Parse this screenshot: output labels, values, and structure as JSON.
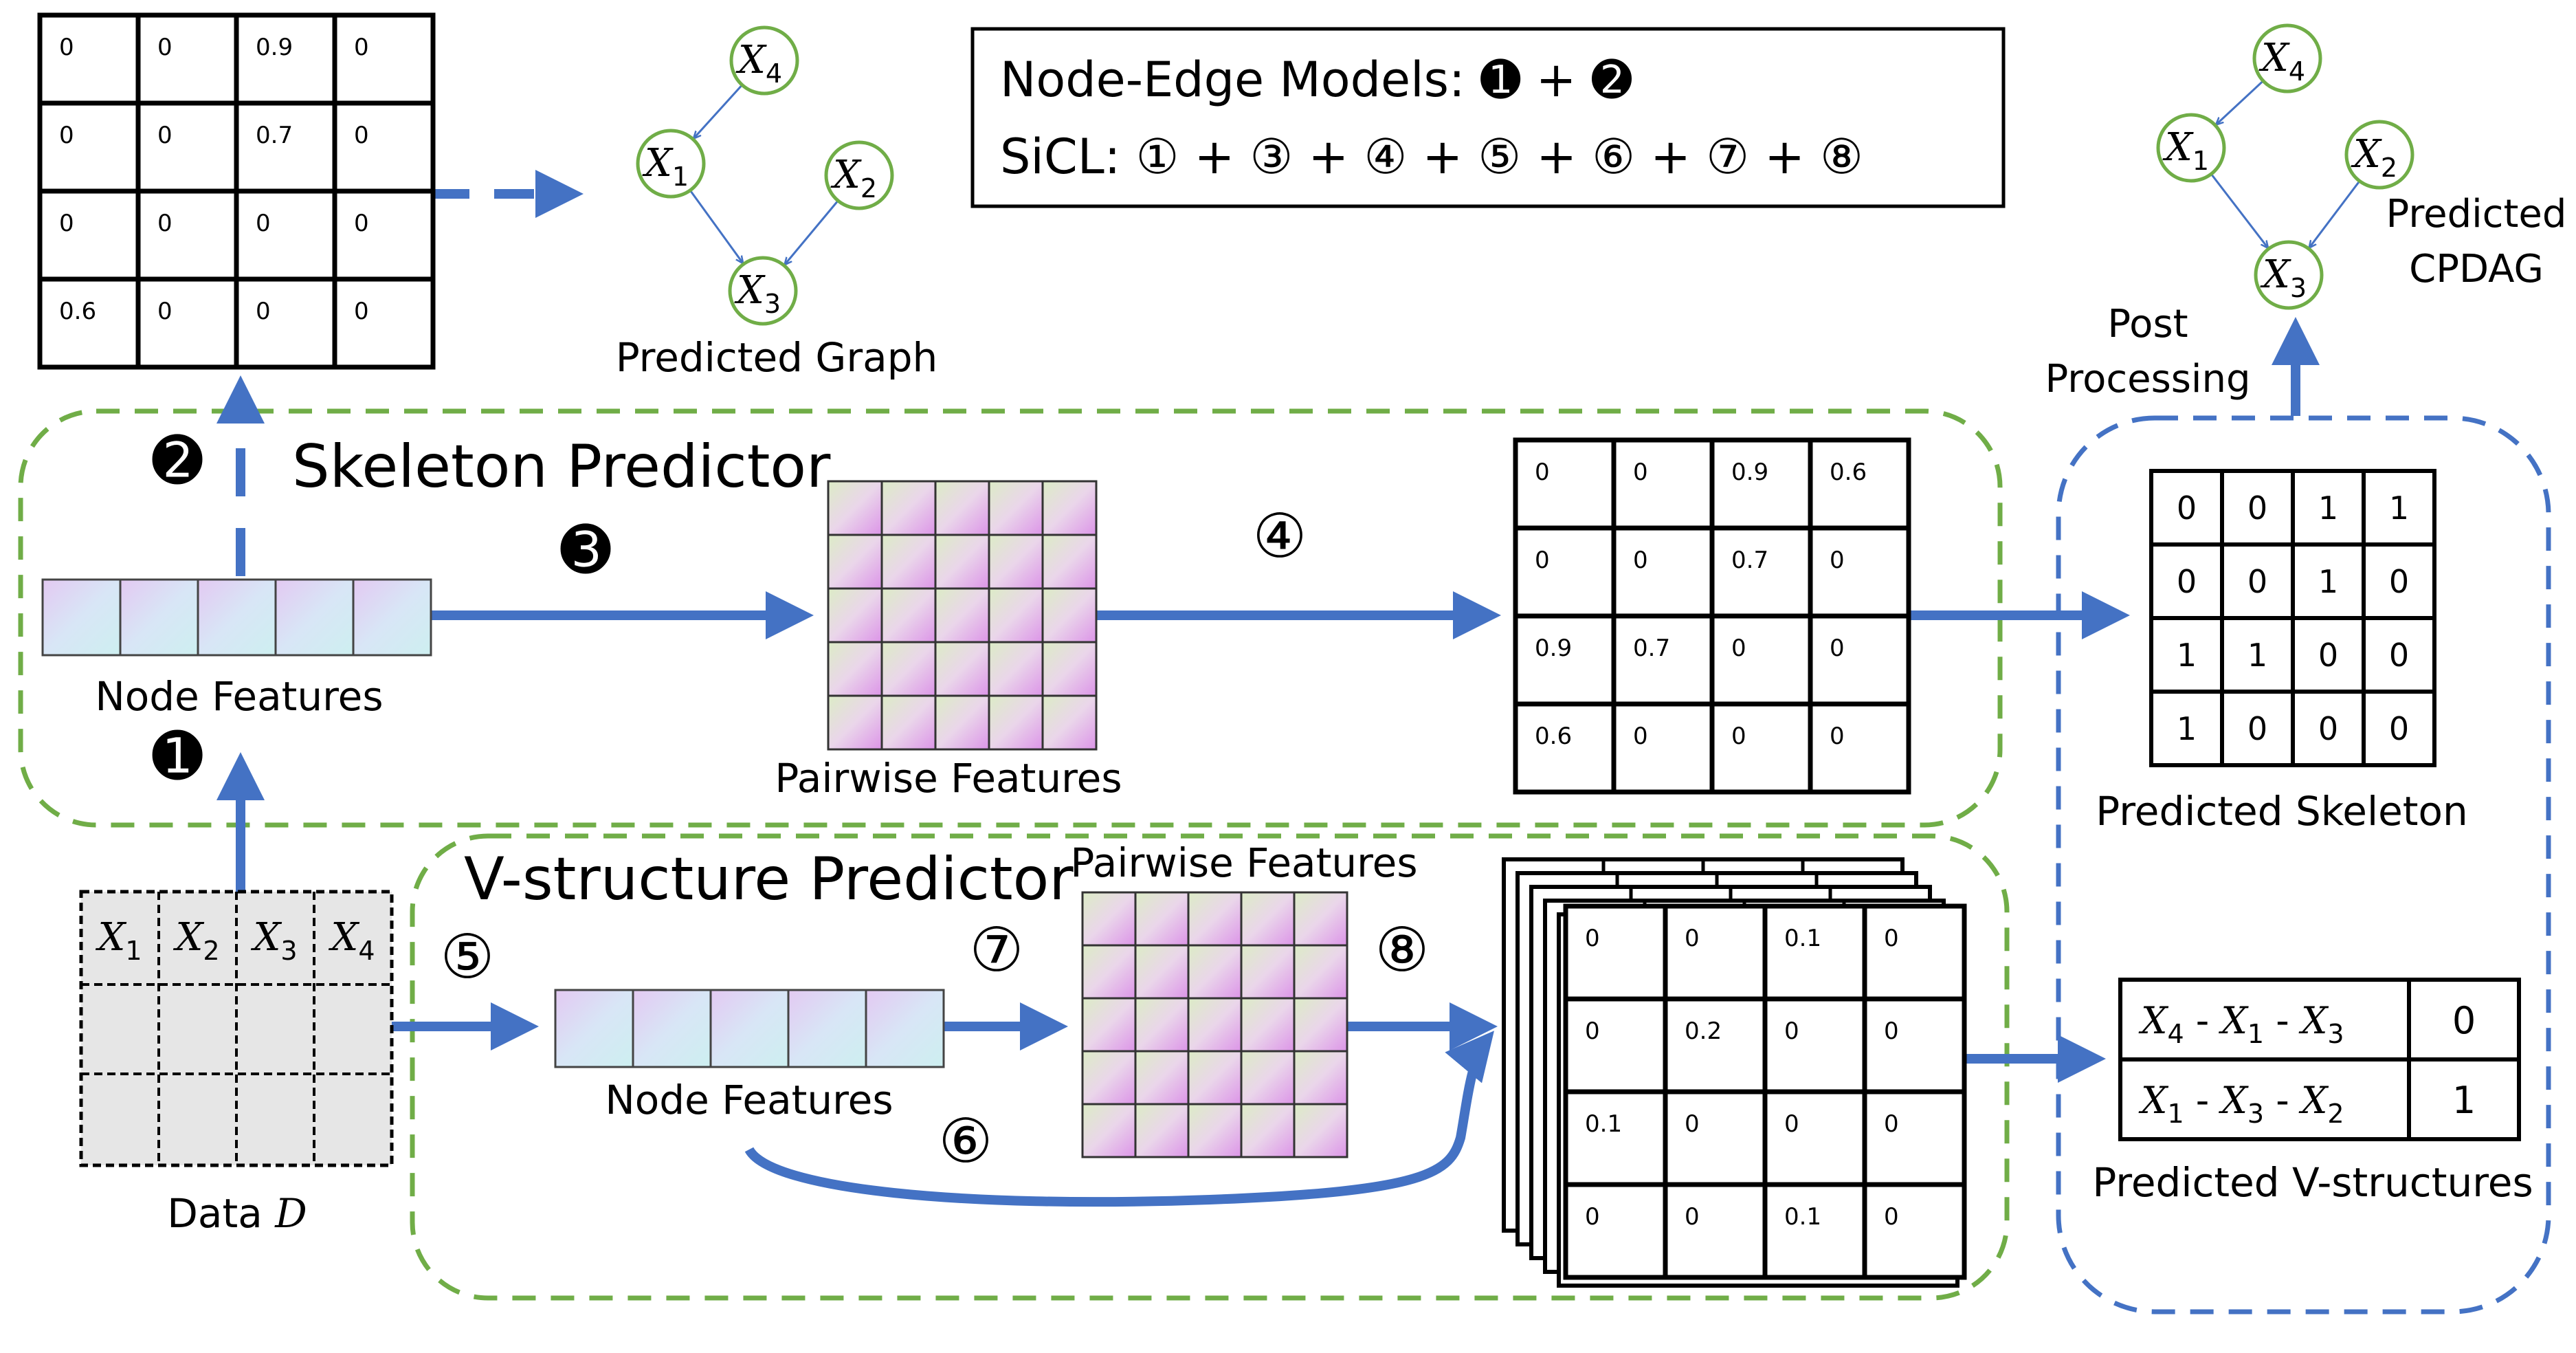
{
  "legend": {
    "line1": {
      "prefix": "Node-Edge Models:",
      "steps": [
        "1",
        "2"
      ]
    },
    "line2": {
      "prefix": "SiCL:",
      "steps": [
        "1",
        "3",
        "4",
        "5",
        "6",
        "7",
        "8"
      ]
    }
  },
  "steps": {
    "s1": "1",
    "s2": "2",
    "s3": "3",
    "s4": "4",
    "s5": "5",
    "s6": "6",
    "s7": "7",
    "s8": "8"
  },
  "modules": {
    "skeleton": "Skeleton Predictor",
    "vstructure": "V-structure Predictor"
  },
  "labels": {
    "predicted_graph": "Predicted Graph",
    "node_features_top": "Node Features",
    "pairwise_features_top": "Pairwise Features",
    "node_features_bottom": "Node Features",
    "pairwise_features_bottom": "Pairwise Features",
    "predicted_skeleton": "Predicted Skeleton",
    "predicted_vstructures": "Predicted V-structures",
    "post_processing_1": "Post",
    "post_processing_2": "Processing",
    "predicted_cpdag_1": "Predicted",
    "predicted_cpdag_2": "CPDAG",
    "data_prefix": "Data",
    "data_symbol": "D"
  },
  "matrices": {
    "top_left": [
      [
        "0",
        "0",
        "0.9",
        "0"
      ],
      [
        "0",
        "0",
        "0.7",
        "0"
      ],
      [
        "0",
        "0",
        "0",
        "0"
      ],
      [
        "0.6",
        "0",
        "0",
        "0"
      ]
    ],
    "skeleton_prob": [
      [
        "0",
        "0",
        "0.9",
        "0.6"
      ],
      [
        "0",
        "0",
        "0.7",
        "0"
      ],
      [
        "0.9",
        "0.7",
        "0",
        "0"
      ],
      [
        "0.6",
        "0",
        "0",
        "0"
      ]
    ],
    "skeleton_binary": [
      [
        "0",
        "0",
        "1",
        "1"
      ],
      [
        "0",
        "0",
        "1",
        "0"
      ],
      [
        "1",
        "1",
        "0",
        "0"
      ],
      [
        "1",
        "0",
        "0",
        "0"
      ]
    ],
    "vstructure_front": [
      [
        "0",
        "0",
        "0.1",
        "0"
      ],
      [
        "0",
        "0.2",
        "0",
        "0"
      ],
      [
        "0.1",
        "0",
        "0",
        "0"
      ],
      [
        "0",
        "0",
        "0.1",
        "0"
      ]
    ]
  },
  "data_headers": [
    {
      "sym": "X",
      "sub": "1"
    },
    {
      "sym": "X",
      "sub": "2"
    },
    {
      "sym": "X",
      "sub": "3"
    },
    {
      "sym": "X",
      "sub": "4"
    }
  ],
  "vstructure_table": [
    {
      "a": "4",
      "b": "1",
      "c": "3",
      "value": "0"
    },
    {
      "a": "1",
      "b": "3",
      "c": "2",
      "value": "1"
    }
  ],
  "graph_nodes": [
    {
      "id": "X4",
      "sym": "X",
      "sub": "4"
    },
    {
      "id": "X1",
      "sym": "X",
      "sub": "1"
    },
    {
      "id": "X2",
      "sym": "X",
      "sub": "2"
    },
    {
      "id": "X3",
      "sym": "X",
      "sub": "3"
    }
  ],
  "colors": {
    "arrow": "#4472c4",
    "green_dash": "#70ad47",
    "blue_dash": "#4472c4",
    "node_ring": "#70ad47",
    "edge": "#4472c4",
    "data_fill": "#e6e6e6"
  }
}
